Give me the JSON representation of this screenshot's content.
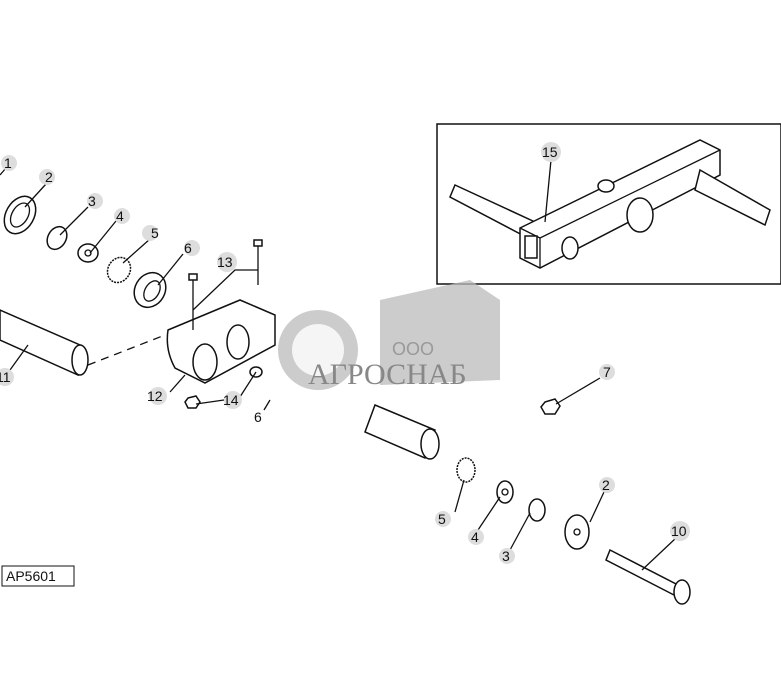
{
  "diagram": {
    "reference_code": "AP5601",
    "callouts": [
      "1",
      "2",
      "3",
      "4",
      "5",
      "6",
      "13",
      "11",
      "12",
      "14",
      "6",
      "15",
      "7",
      "5",
      "4",
      "3",
      "2",
      "10"
    ]
  },
  "watermark": {
    "prefix": "ООО",
    "name": "АГРОСНАБ"
  }
}
